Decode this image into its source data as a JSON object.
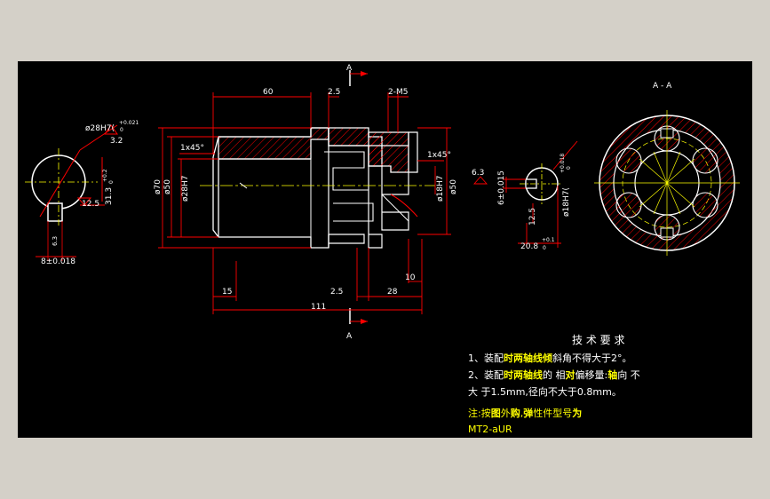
{
  "colors": {
    "background": "#000000",
    "outline": "#ffffff",
    "dimension": "#ff0000",
    "centerline": "#ffff00",
    "hatch": "#ff0000",
    "note_yellow": "#ffff00",
    "frame": "#d4d0c8"
  },
  "section": {
    "label_top": "A",
    "label_bottom": "A",
    "view_title": "A - A"
  },
  "dims": {
    "d_60": "60",
    "d_2_5_top": "2.5",
    "d_2_m5": "2-M5",
    "d_1x45_left": "1x45°",
    "d_1x45_right": "1x45°",
    "d_phi70": "ø70",
    "d_phi50_left": "ø50",
    "d_phi28h7_main": "ø28H7",
    "d_phi18h7_main": "ø18H7",
    "d_phi50_right": "ø50",
    "d_15": "15",
    "d_2_5_bottom": "2.5",
    "d_28": "28",
    "d_10": "10",
    "d_111": "111",
    "left_phi28h7": "ø28H7(",
    "left_tol_upper": "+0.021",
    "left_tol_lower": "0",
    "left_rough": "3.2",
    "left_31_3": "31.3",
    "left_31_3_tol_up": "+0.2",
    "left_31_3_tol_low": "0",
    "left_12_5": "12.5",
    "left_6_3": "6.3",
    "left_8_key": "8±0.018",
    "right_6_3": "6.3",
    "right_6_key": "6±0.015",
    "right_phi18h7": "ø18H7(",
    "right_tol_upper": "+0.018",
    "right_tol_lower": "0",
    "right_12_5": "12.5",
    "right_20_8": "20.8",
    "right_20_8_tol": "+0.1",
    "right_20_8_tol_low": "0"
  },
  "notes": {
    "heading": "技 术 要 求",
    "line1_a": "1、装配",
    "line1_b": "时两轴线倾",
    "line1_c": "斜角不得大于2°。",
    "line2_a": "2、装配",
    "line2_b": "时两轴线",
    "line2_c": "的 相",
    "line2_d": "对",
    "line2_e": "偏移量:",
    "line2_f": "轴",
    "line2_g": "向 不",
    "line3": "大 于1.5mm,径向不大于0.8mm。",
    "line4_a": "注:按",
    "line4_b": "图",
    "line4_c": "外",
    "line4_d": "购",
    "line4_e": ",",
    "line4_f": "弹",
    "line4_g": "性件型号",
    "line4_h": "为",
    "line5": "MT2-aUR"
  }
}
